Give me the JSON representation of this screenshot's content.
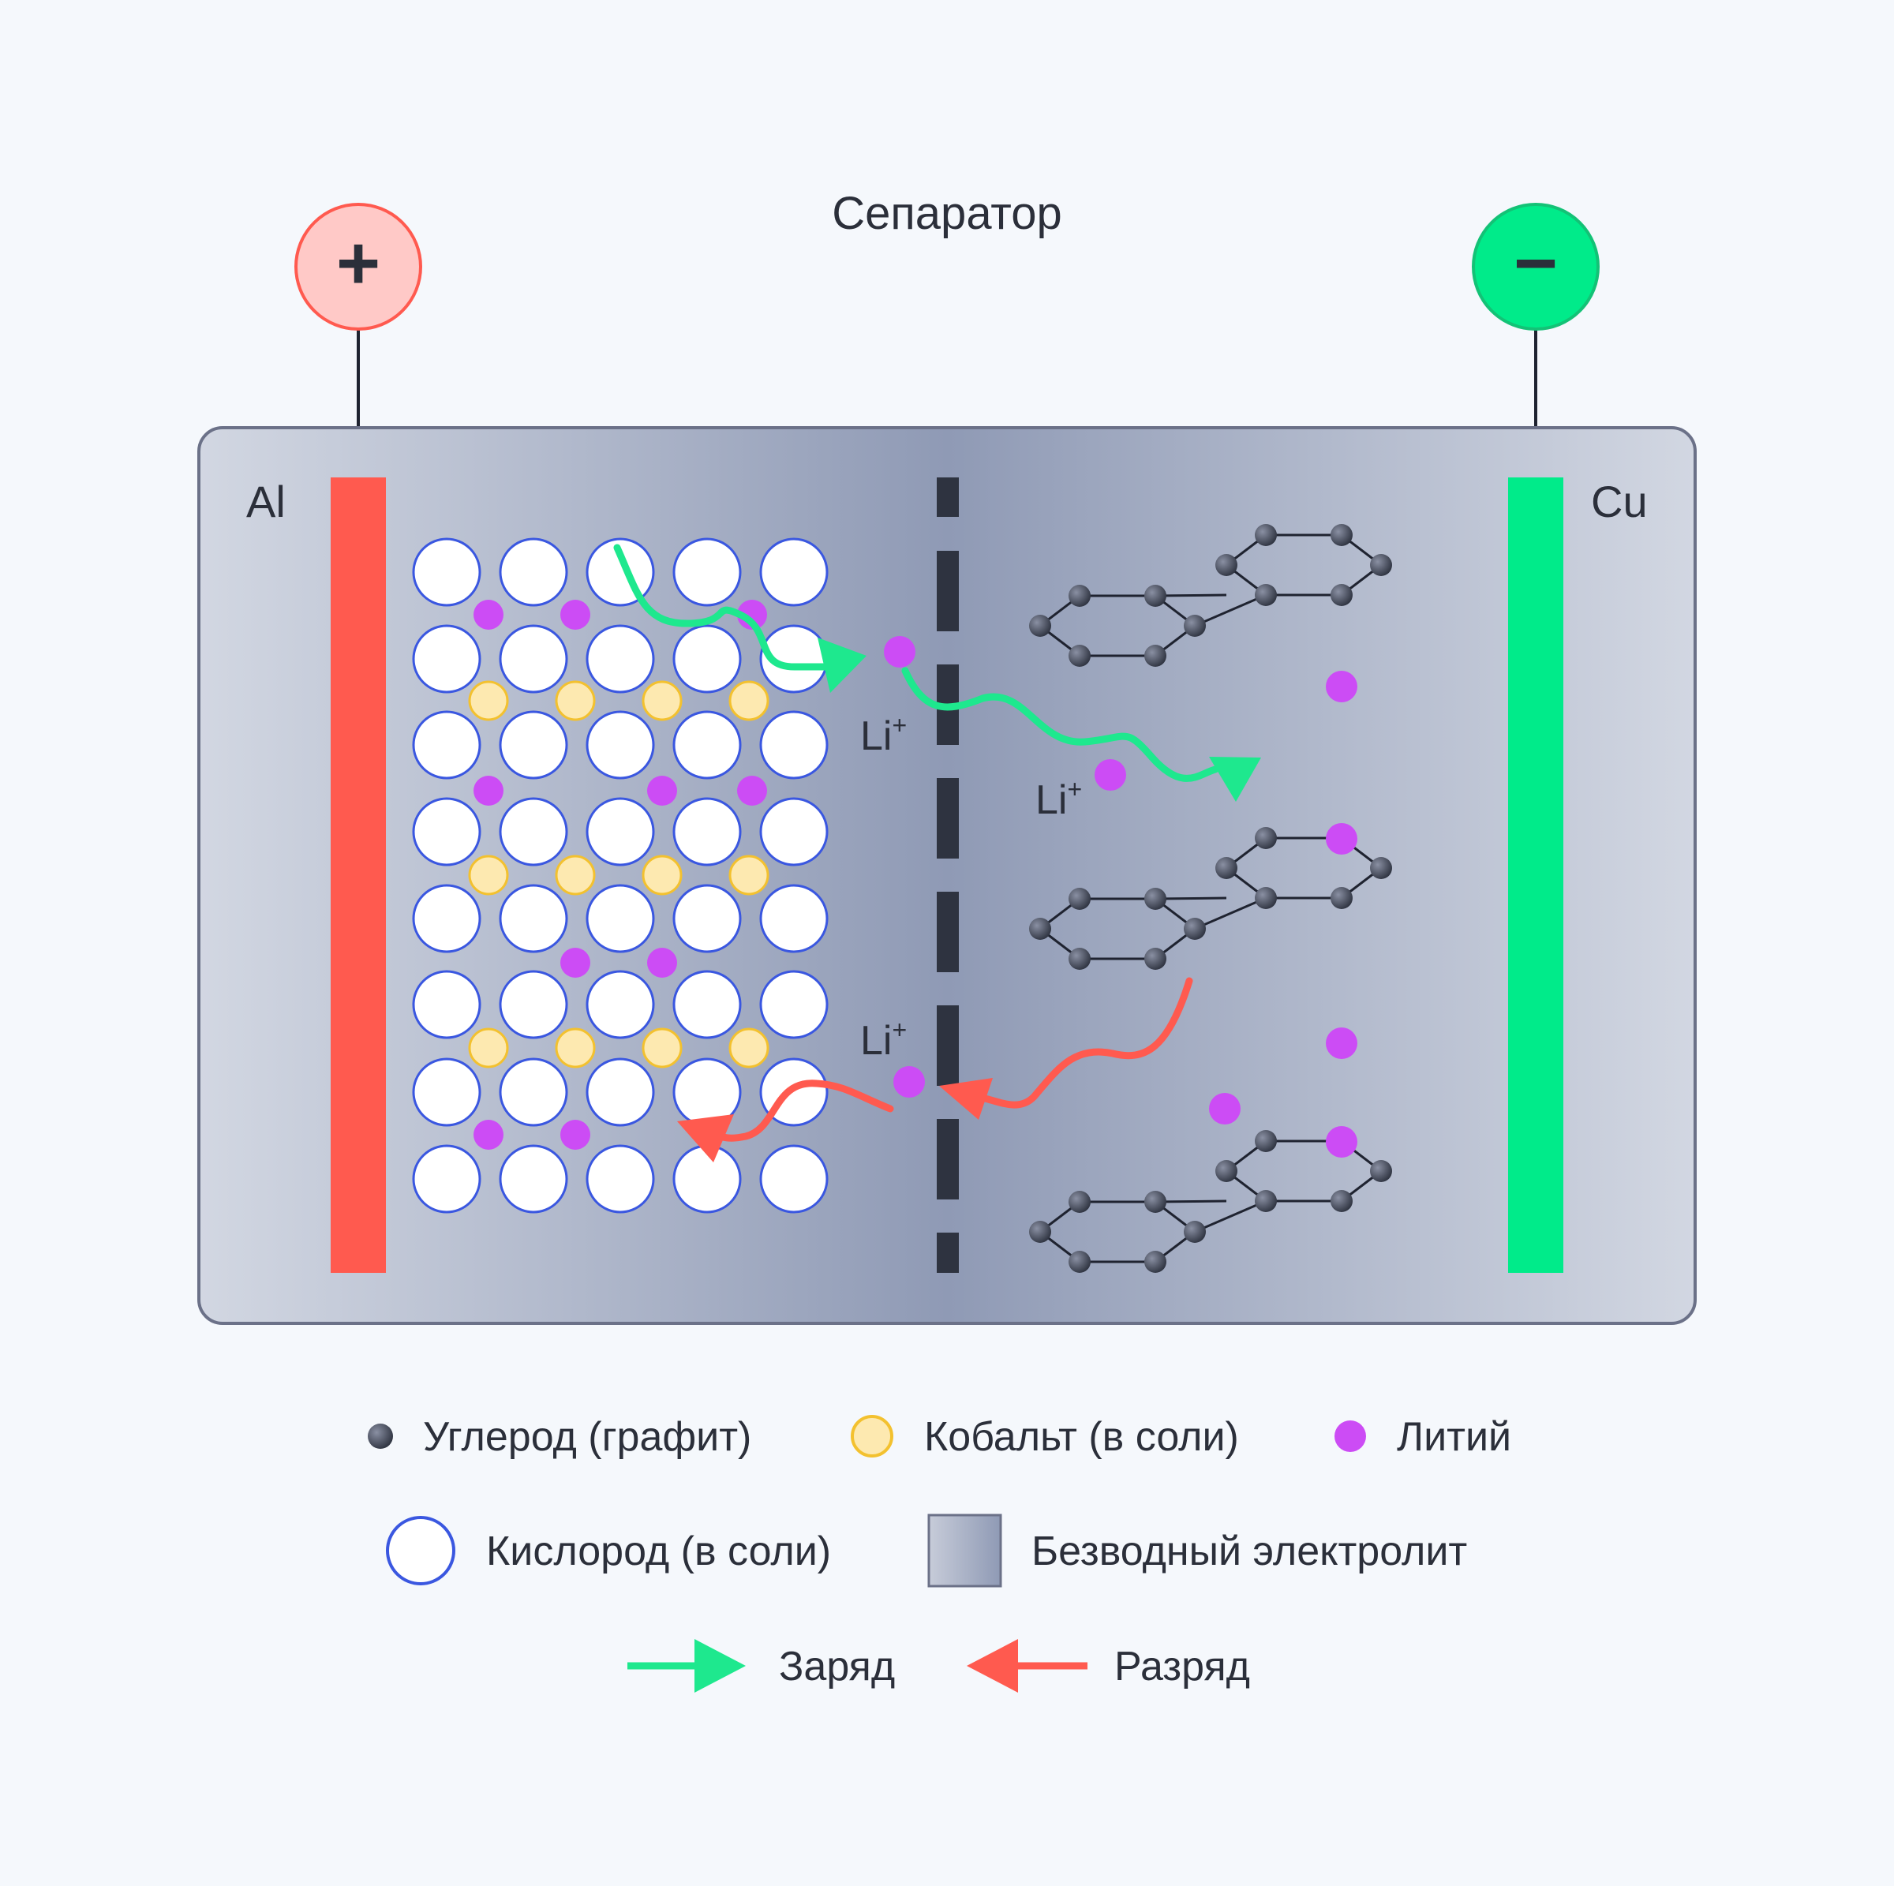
{
  "diagram": {
    "separator_label": "Сепаратор",
    "positive_terminal": {
      "symbol": "+",
      "electrode_label": "Al",
      "color": "#ff5a4f",
      "fill": "#ffc9c7"
    },
    "negative_terminal": {
      "symbol": "−",
      "electrode_label": "Cu",
      "color": "#00eb8a",
      "fill": "#00eb8a"
    },
    "ion_labels": [
      "Li+",
      "Li+",
      "Li+"
    ],
    "colors": {
      "charge_arrow": "#1ee88e",
      "discharge_arrow": "#ff5a4f",
      "lithium": "#cc4cf5",
      "cobalt_fill": "#fde9b0",
      "cobalt_stroke": "#f3c12f",
      "oxygen_stroke": "#3a57e0",
      "carbon": "#3c4150",
      "electrolyte_center": "#8f9ab5",
      "electrolyte_edge": "#d2d7e2"
    }
  },
  "legend": {
    "carbon": "Углерод (графит)",
    "cobalt": "Кобальт (в соли)",
    "lithium": "Литий",
    "oxygen": "Кислород (в соли)",
    "electrolyte": "Безводный электролит",
    "charge": "Заряд",
    "discharge": "Разряд"
  }
}
